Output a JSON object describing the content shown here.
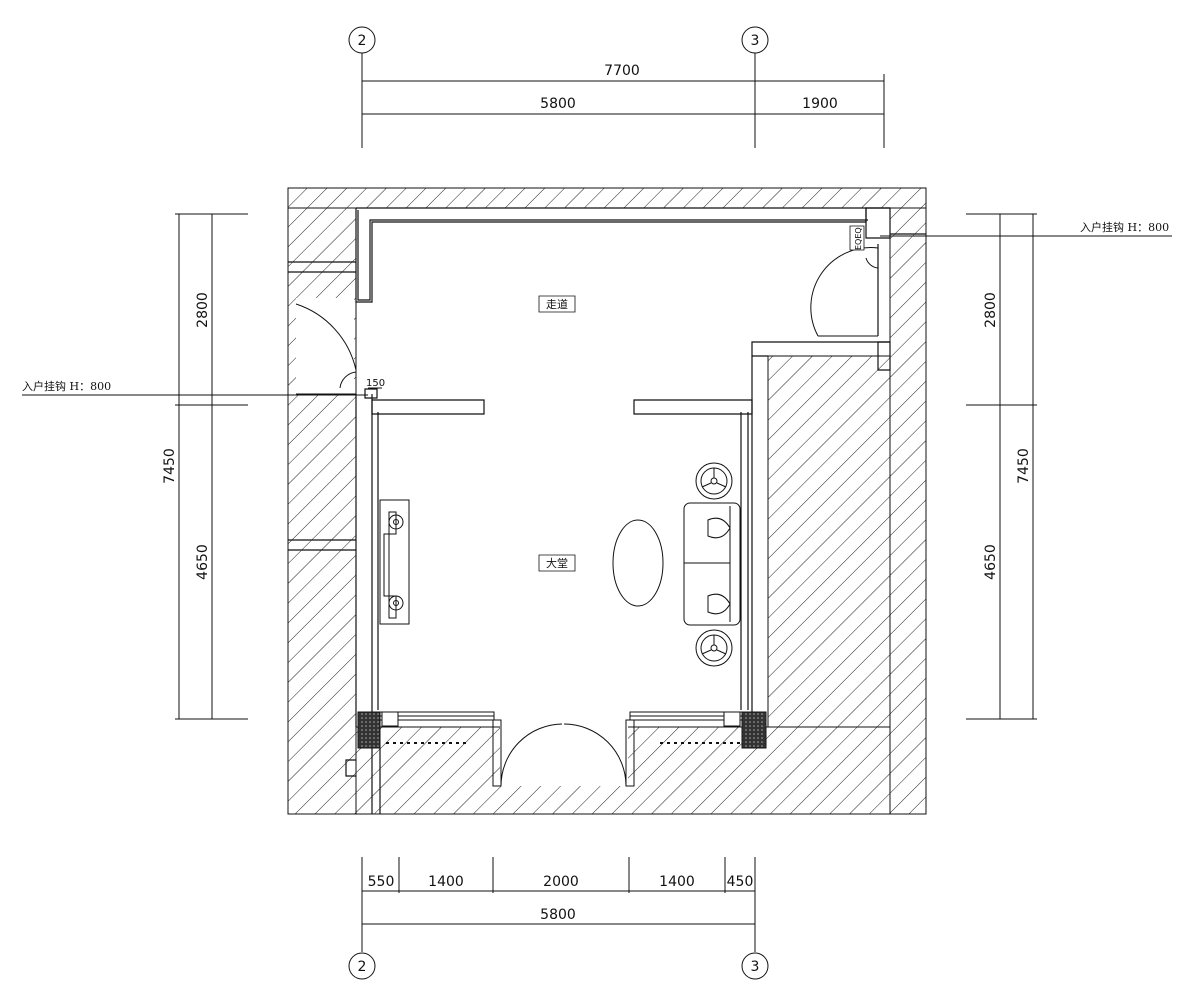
{
  "axes": {
    "left": "2",
    "right": "3"
  },
  "dims": {
    "top_total": "7700",
    "top_left": "5800",
    "top_right": "1900",
    "left_total": "7450",
    "left_upper": "2800",
    "left_lower": "4650",
    "right_total": "7450",
    "right_upper": "2800",
    "right_lower": "4650",
    "bottom_1": "550",
    "bottom_2": "1400",
    "bottom_3": "2000",
    "bottom_4": "1400",
    "bottom_5": "450",
    "bottom_total": "5800"
  },
  "notes": {
    "entry_right": "入户挂钩 H：800",
    "entry_left": "入户挂钩 H：800",
    "small_dim": "150",
    "box_label": "EQEQ"
  },
  "rooms": {
    "corridor": "走道",
    "hall": "大堂"
  },
  "colors": {
    "line": "#111111",
    "background": "#ffffff"
  }
}
